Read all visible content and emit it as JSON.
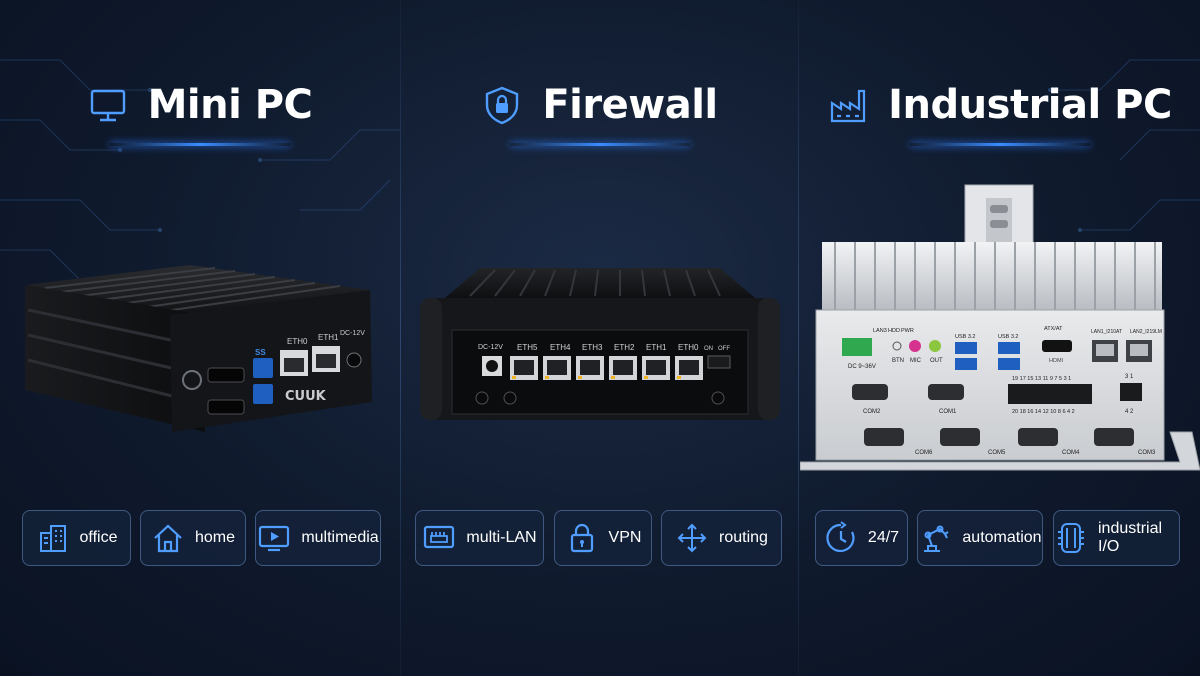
{
  "colors": {
    "background": "#0f1a2d",
    "accent": "#3a8cff",
    "icon_stroke": "#4f9dff",
    "chip_border": "#5b7fb8"
  },
  "panels": [
    {
      "title": "Mini PC",
      "title_icon": "monitor-icon",
      "device": {
        "ports": [
          "ETH0",
          "ETH1",
          "DC-12V"
        ],
        "usb_label": "SS",
        "brand": "CUUK"
      },
      "chips": [
        {
          "label": "office",
          "icon": "office-building-icon"
        },
        {
          "label": "home",
          "icon": "home-icon"
        },
        {
          "label": "multimedia",
          "icon": "multimedia-icon"
        }
      ]
    },
    {
      "title": "Firewall",
      "title_icon": "shield-lock-icon",
      "device": {
        "power_label": "DC-12V",
        "ports": [
          "ETH5",
          "ETH4",
          "ETH3",
          "ETH2",
          "ETH1",
          "ETH0"
        ],
        "switch_on": "ON",
        "switch_off": "OFF"
      },
      "chips": [
        {
          "label": "multi-LAN",
          "icon": "ethernet-port-icon"
        },
        {
          "label": "VPN",
          "icon": "lock-icon"
        },
        {
          "label": "routing",
          "icon": "routing-arrows-icon"
        }
      ]
    },
    {
      "title": "Industrial PC",
      "title_icon": "factory-icon",
      "device": {
        "top_labels": [
          "LAN3",
          "HDD",
          "PWR"
        ],
        "power_label": "DC 9~36V",
        "btn_label": "BTN",
        "mic_label": "MIC",
        "out_label": "OUT",
        "usb_a": "USB 3.2",
        "usb_b": "USB 3.2",
        "atx_label": "ATX/AT",
        "hdmi_label": "HDMI",
        "lan1_label": "LAN1_I210AT",
        "lan2_label": "LAN2_I219LM",
        "gpio_top": "19 17 15 13 11 9 7 5 3 1",
        "gpio_bottom": "20 18 16 14 12 10 8 6 4 2",
        "pin_top": "3 1",
        "pin_bottom": "4 2",
        "com_row1": [
          "COM2",
          "COM1"
        ],
        "com_row2": [
          "COM6",
          "COM5",
          "COM4",
          "COM3"
        ]
      },
      "chips": [
        {
          "label": "24/7",
          "icon": "clock-icon"
        },
        {
          "label": "automation",
          "icon": "robot-arm-icon"
        },
        {
          "label": "industrial I/O",
          "icon": "io-connector-icon"
        }
      ]
    }
  ]
}
